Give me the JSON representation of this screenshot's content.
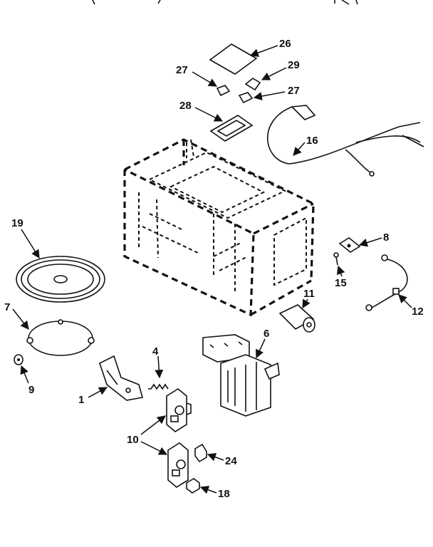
{
  "callouts": {
    "c26": "26",
    "c29": "29",
    "c27a": "27",
    "c27b": "27",
    "c28": "28",
    "c16": "16",
    "c19": "19",
    "c8": "8",
    "c15": "15",
    "c12": "12",
    "c7": "7",
    "c11": "11",
    "c6": "6",
    "c4": "4",
    "c9": "9",
    "c1": "1",
    "c10": "10",
    "c24": "24",
    "c18": "18"
  }
}
